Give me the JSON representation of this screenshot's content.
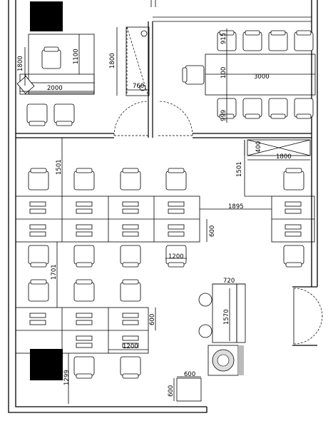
{
  "plan": {
    "colors": {
      "line": "#000000",
      "column": "#000000",
      "background": "#ffffff"
    },
    "dimensions": {
      "top_left_1800": "1800",
      "top_left_1100": "1100",
      "top_left_2000": "2000",
      "cabinet_1800": "1800",
      "cabinet_760": "760",
      "meeting_915": "915",
      "meeting_100": "100",
      "meeting_3000": "3000",
      "meeting_999": "999",
      "storage_400": "400",
      "storage_1800": "1800",
      "left_1501": "1501",
      "right_1501": "1501",
      "gap_1895": "1895",
      "desk_600_a": "600",
      "desk_1200_a": "1200",
      "left_1701": "1701",
      "reception_720": "720",
      "reception_1570": "1570",
      "desk_600_b": "600",
      "desk_1200_b": "1200",
      "bottom_1299": "1299",
      "box_600_h": "600",
      "box_600_v": "600"
    }
  }
}
